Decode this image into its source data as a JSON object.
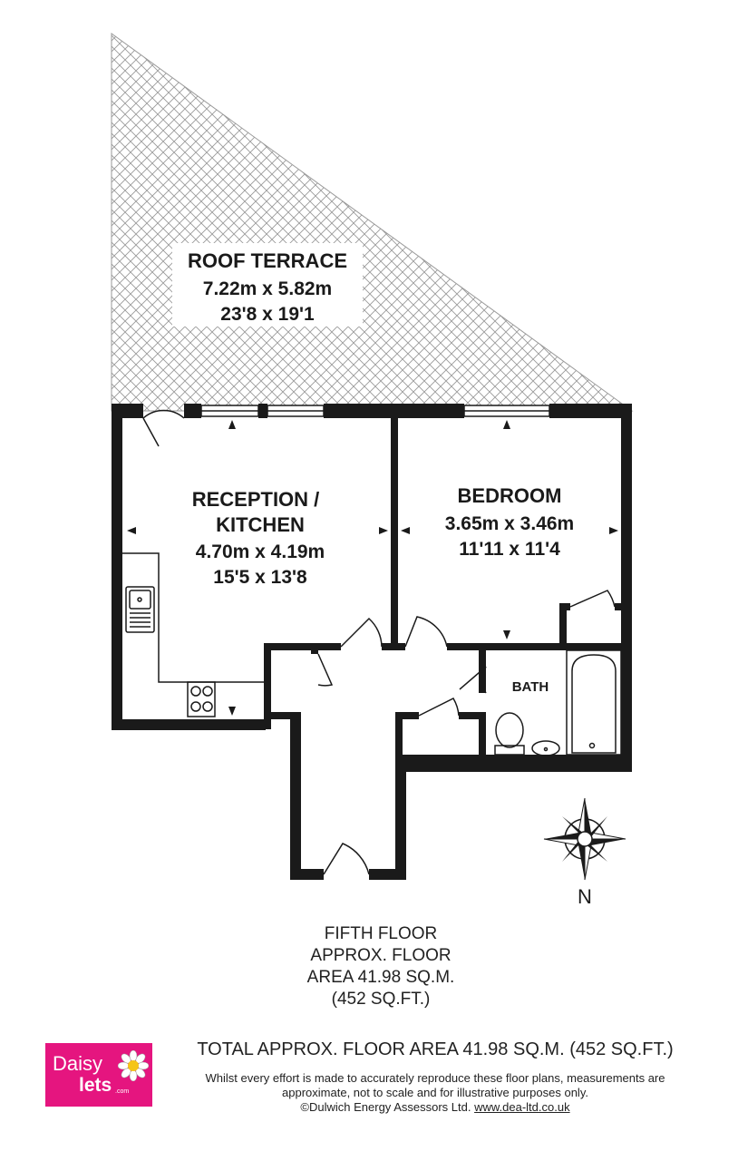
{
  "rooms": {
    "terrace": {
      "name": "ROOF TERRACE",
      "metric": "7.22m x 5.82m",
      "imperial": "23'8 x 19'1"
    },
    "reception": {
      "name_line1": "RECEPTION /",
      "name_line2": "KITCHEN",
      "metric": "4.70m x 4.19m",
      "imperial": "15'5 x 13'8"
    },
    "bedroom": {
      "name": "BEDROOM",
      "metric": "3.65m x 3.46m",
      "imperial": "11'11 x 11'4"
    },
    "bath": {
      "name": "BATH"
    }
  },
  "compass": {
    "label": "N"
  },
  "floor_info": {
    "line1": "FIFTH FLOOR",
    "line2": "APPROX. FLOOR",
    "line3": "AREA 41.98 SQ.M.",
    "line4": "(452 SQ.FT.)"
  },
  "total_area": "TOTAL APPROX. FLOOR AREA 41.98 SQ.M. (452 SQ.FT.)",
  "disclaimer": {
    "line1": "Whilst every effort is made to accurately reproduce these floor plans, measurements are",
    "line2": "approximate, not to scale and for illustrative purposes only.",
    "line3_prefix": "©Dulwich Energy Assessors Ltd.",
    "line3_link": "www.dea-ltd.co.uk"
  },
  "logo": {
    "top": "Daisy",
    "bottom": "lets",
    "suffix": ".com"
  },
  "colors": {
    "wall": "#1a1a1a",
    "hatch": "#9a9a9a",
    "brand": "#e5157f"
  }
}
